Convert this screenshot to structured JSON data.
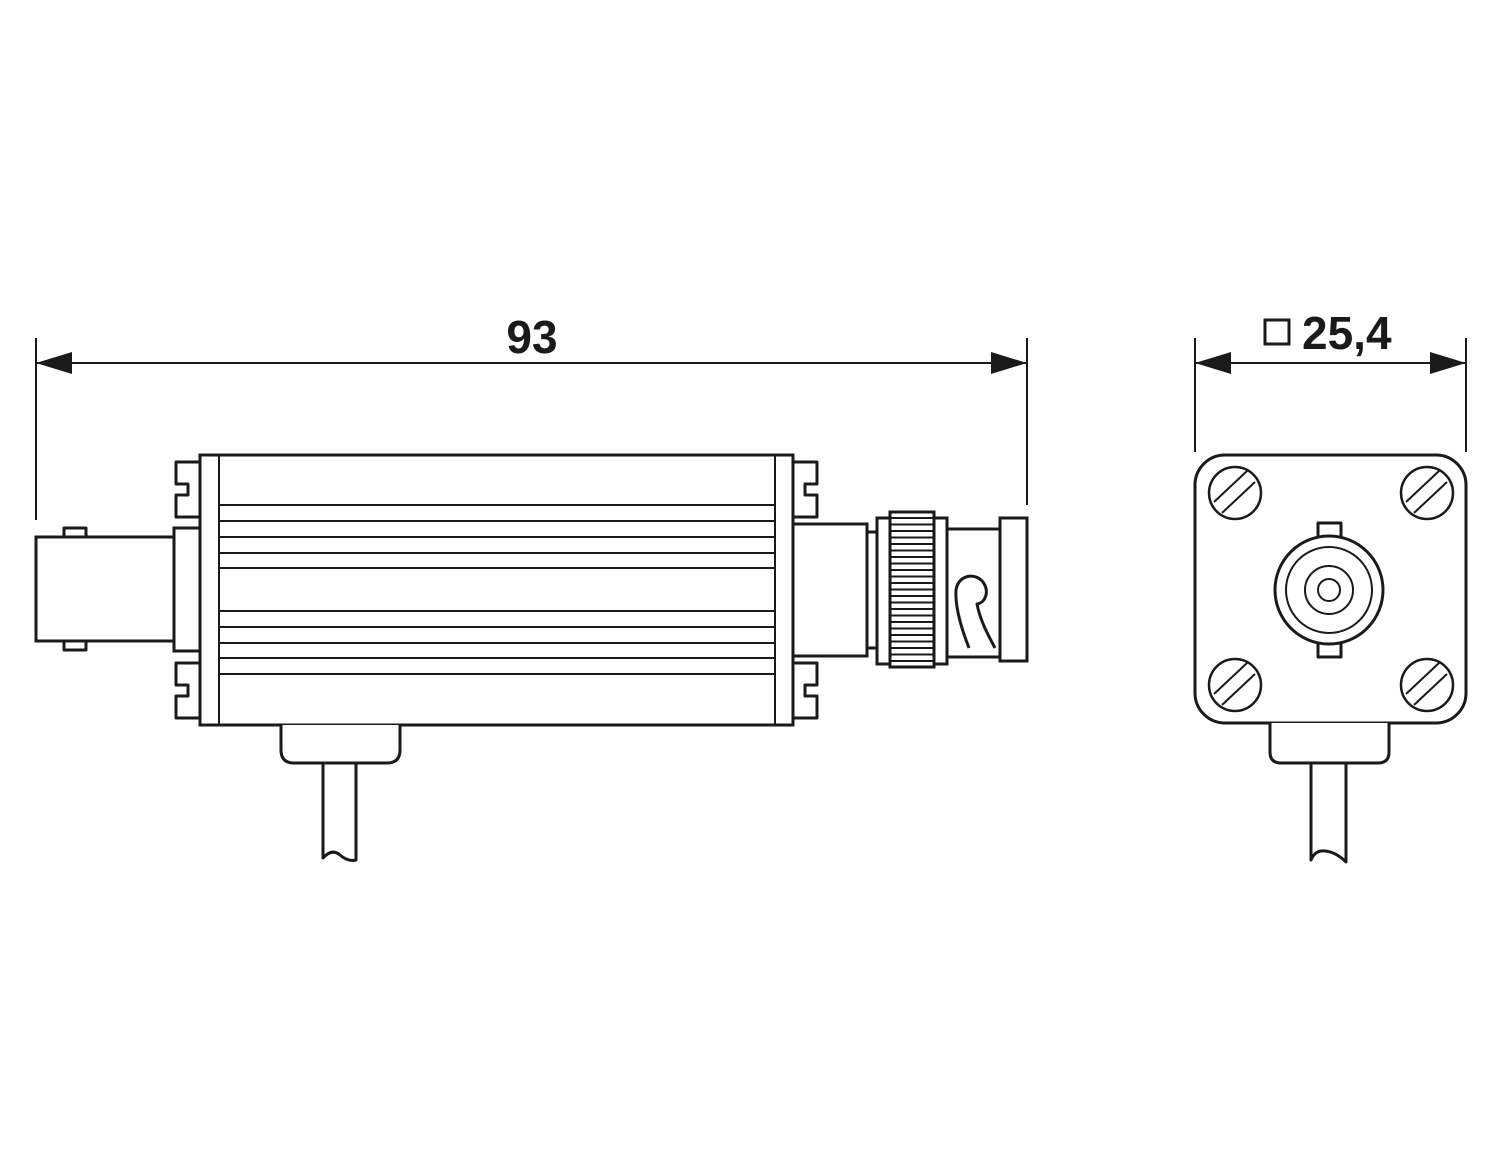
{
  "dimensions": {
    "length": {
      "value": "93"
    },
    "width": {
      "value": "25,4",
      "symbol": "square"
    }
  },
  "colors": {
    "line": "#1a1a1a",
    "background": "#ffffff"
  }
}
